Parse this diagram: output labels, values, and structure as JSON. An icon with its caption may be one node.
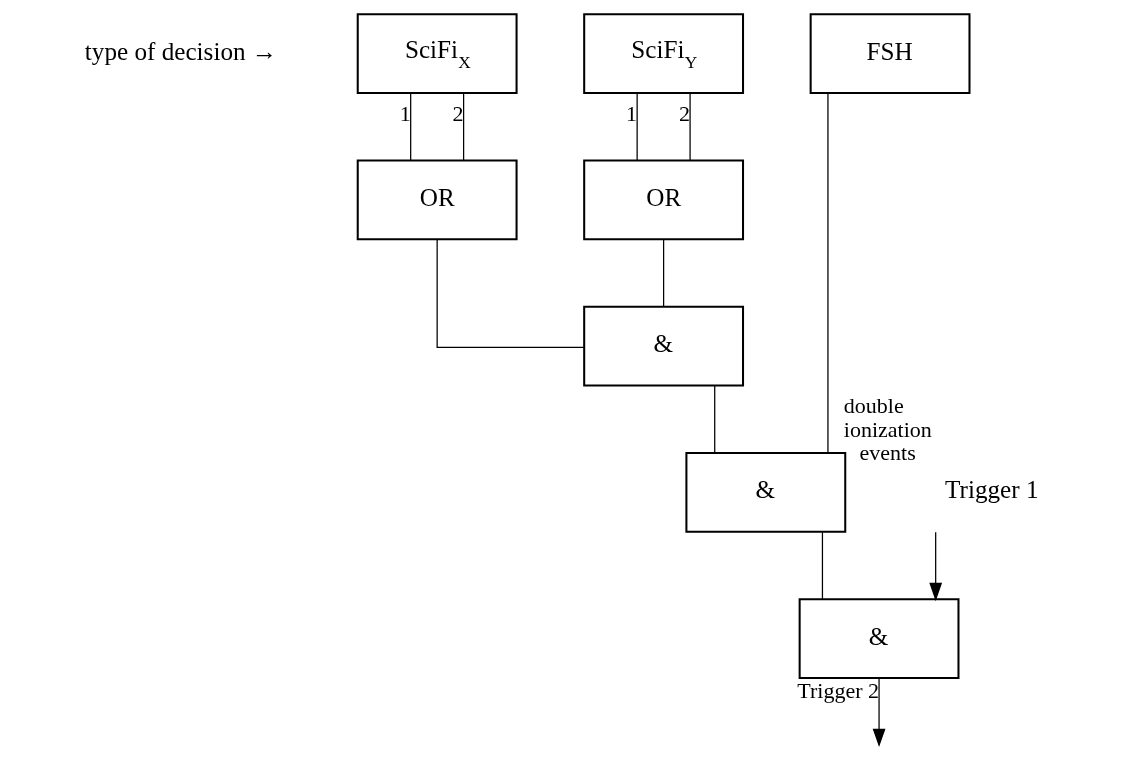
{
  "diagram": {
    "nodes": [
      {
        "text": [
          "SciFi$_{X}$"
        ]
      },
      {
        "text": [
          "SciFi$_{Y}$"
        ]
      },
      {
        "text": [
          "FSH"
        ]
      },
      {
        "text": [
          "OR"
        ]
      },
      {
        "text": [
          "OR"
        ]
      },
      {
        "text": [
          "&"
        ]
      },
      {
        "text": [
          "&"
        ]
      },
      {
        "text": [
          "&"
        ]
      },
      {
        "text": [
          "Trigger 1"
        ]
      }
    ],
    "edges": [
      {
        "from": 0,
        "to": 3,
        "arrow": "none",
        "label": "1"
      },
      {
        "from": 0,
        "to": 3,
        "arrow": "none",
        "label": "2"
      },
      {
        "from": 1,
        "to": 4,
        "arrow": "none",
        "label": "1"
      },
      {
        "from": 1,
        "to": 4,
        "arrow": "none",
        "label": "2"
      },
      {
        "from": 2,
        "to": 6,
        "arrow": "none",
        "label": "double ionization events"
      },
      {
        "from": 3,
        "to": 5,
        "arrow": "none"
      },
      {
        "from": 4,
        "to": 5,
        "arrow": "none"
      },
      {
        "from": 5,
        "to": 6,
        "arrow": "none"
      },
      {
        "from": 6,
        "to": 7,
        "arrow": "none"
      },
      {
        "from": 8,
        "to": 7,
        "arrow": "to"
      },
      {
        "from": 7,
        "to": null,
        "arrow": "to",
        "label": "Trigger 2"
      }
    ],
    "labels": [
      "type of decision →"
    ]
  }
}
